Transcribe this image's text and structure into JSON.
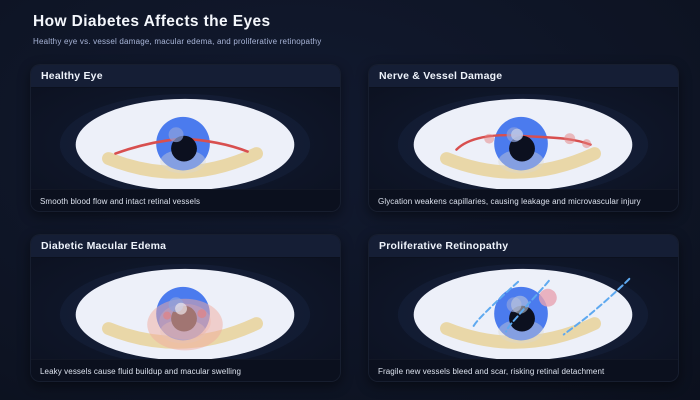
{
  "page": {
    "title": "How Diabetes Affects the Eyes",
    "subtitle": "Healthy eye vs. vessel damage, macular edema, and proliferative retinopathy"
  },
  "colors": {
    "background": "#0d1322",
    "panel_bg": "#0e1527",
    "panel_header_bg": "#151e35",
    "caption_bg": "#0b101e",
    "title_text": "#f4f7fc",
    "subtitle_text": "#a9b6d9",
    "header_text": "#eef3fb",
    "caption_text": "#dce2ee",
    "glow": "#24335c",
    "sclera": "#edf0f9",
    "iris": "#4b7bee",
    "pupil": "#0c101f",
    "eyelid": "#e9d7a8",
    "vessel_red": "#d84f4f",
    "microaneurysm": "#e57f7f",
    "edema_pink": "#f2ac9f",
    "neovessel_blue": "#5ea9f0",
    "hemorrhage_pink": "#e7a2b2"
  },
  "panels": [
    {
      "id": "healthy-eye",
      "title": "Healthy Eye",
      "caption": "Smooth blood flow and intact retinal vessels",
      "features": [
        "healthy-vessel"
      ]
    },
    {
      "id": "nerve-vessel-damage",
      "title": "Nerve & Vessel Damage",
      "caption": "Glycation weakens capillaries, causing leakage and microvascular injury",
      "features": [
        "wavy-vessel",
        "microaneurysms"
      ]
    },
    {
      "id": "diabetic-macular-edema",
      "title": "Diabetic Macular Edema",
      "caption": "Leaky vessels cause fluid buildup and macular swelling",
      "features": [
        "edema",
        "edema-spots"
      ]
    },
    {
      "id": "proliferative-retinopathy",
      "title": "Proliferative Retinopathy",
      "caption": "Fragile new vessels bleed and scar, risking retinal detachment",
      "features": [
        "hemorrhage",
        "neovessels"
      ]
    }
  ]
}
